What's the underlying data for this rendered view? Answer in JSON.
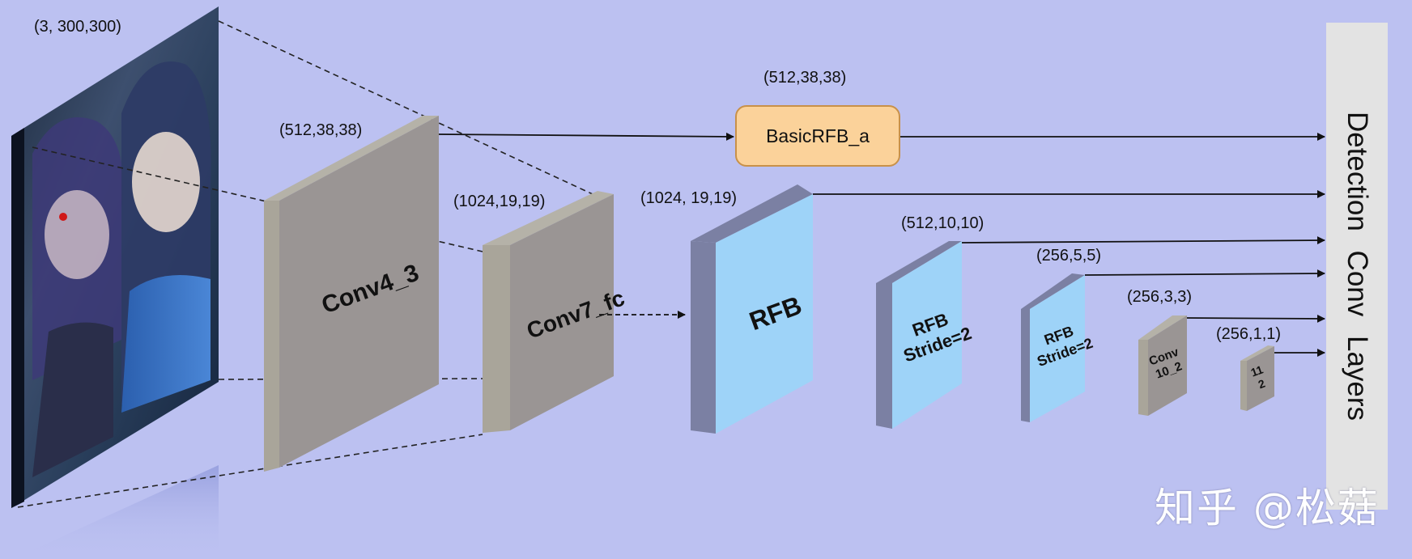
{
  "input": {
    "dims": "(3, 300,300)"
  },
  "conv4_3": {
    "label": "Conv4_3",
    "dims": "(512,38,38)"
  },
  "conv7_fc": {
    "label": "Conv7_fc",
    "dims": "(1024,19,19)"
  },
  "basic_rfb": {
    "label": "BasicRFB_a",
    "dims": "(512,38,38)"
  },
  "rfb": {
    "label": "RFB",
    "dims": "(1024, 19,19)"
  },
  "rfb_s2_a": {
    "line1": "RFB",
    "line2": "Stride=2",
    "dims": "(512,10,10)"
  },
  "rfb_s2_b": {
    "line1": "RFB",
    "line2": "Stride=2",
    "dims": "(256,5,5)"
  },
  "conv10": {
    "line1": "Conv",
    "line2": "10_2",
    "dims": "(256,3,3)"
  },
  "conv11": {
    "line1": "11",
    "line2": "2",
    "dims": "(256,1,1)"
  },
  "detection": {
    "label": "Detection  Conv Layers"
  },
  "watermark": {
    "text": "知乎 @松菇"
  },
  "colors": {
    "background": "#bcc1f1",
    "conv_front": "#9a9594",
    "conv_side": "#b5b2a8",
    "rfb_front": "#9ed3f8",
    "rfb_side": "#7b80a3",
    "basic_fill": "#fbd29a",
    "detect_panel": "#e3e3e3"
  }
}
